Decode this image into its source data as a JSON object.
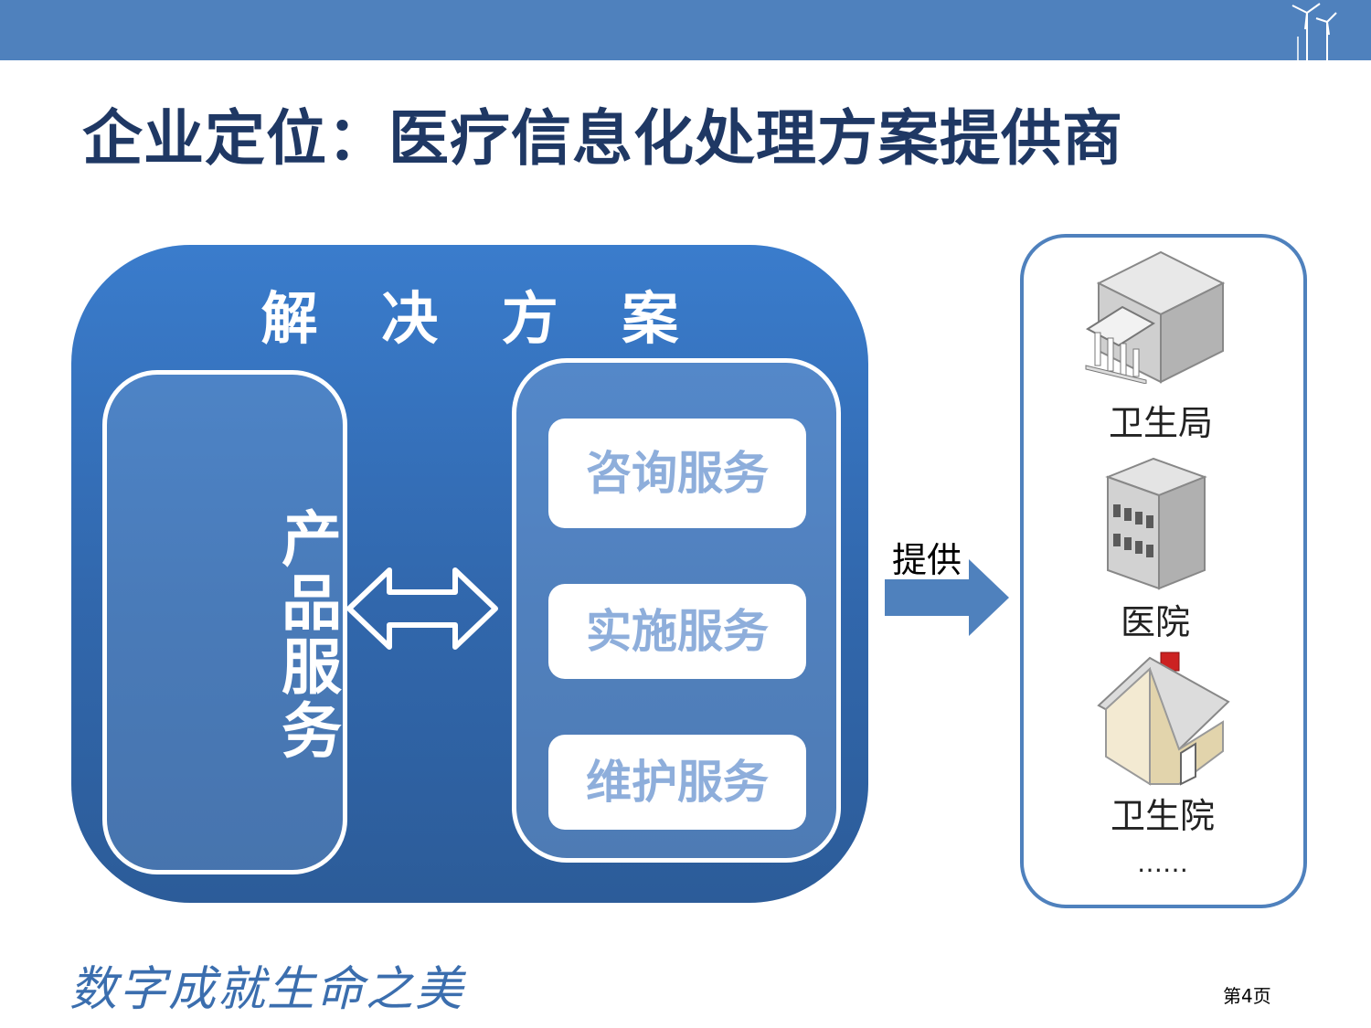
{
  "slide": {
    "title": "企业定位：医疗信息化处理方案提供商",
    "page_number": "第4页",
    "slogan": "数字成就生命之美"
  },
  "colors": {
    "header_bar": "#4f81bd",
    "title_text": "#1f3864",
    "panel_blue": "#3a7ccc",
    "service_text": "#8eaedb"
  },
  "solution": {
    "title": "解 决 方 案",
    "product": "产品服务",
    "services": [
      "咨询服务",
      "实施服务",
      "维护服务"
    ]
  },
  "provide_label": "提供",
  "clients": [
    {
      "label": "卫生局",
      "icon": "government-building-icon"
    },
    {
      "label": "医院",
      "icon": "hospital-building-icon"
    },
    {
      "label": "卫生院",
      "icon": "clinic-house-icon"
    }
  ],
  "clients_more": "……"
}
